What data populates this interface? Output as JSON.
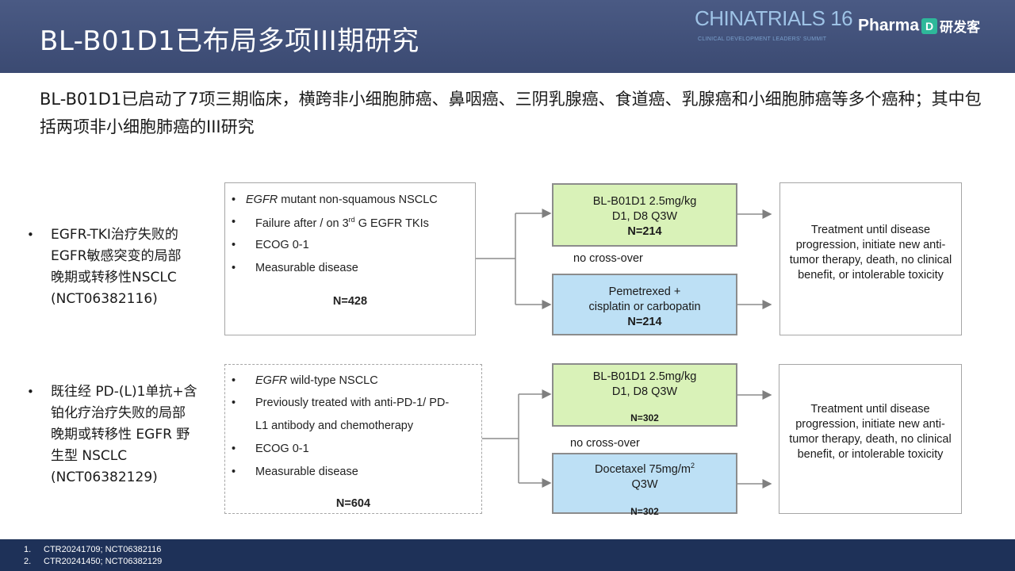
{
  "header": {
    "title": "BL-B01D1已布局多项III期研究",
    "logo_chinatrials": "CHINATRIALS 16",
    "logo_chinatrials_sub": "CLINICAL DEVELOPMENT LEADERS' SUMMIT",
    "logo_pharma": "Pharma",
    "logo_pharma_mark": "D",
    "logo_pharma_cn": "研发客"
  },
  "intro": "BL-B01D1已启动了7项三期临床，横跨非小细胞肺癌、鼻咽癌、三阴乳腺癌、食道癌、乳腺癌和小细胞肺癌等多个癌种；其中包括两项非小细胞肺癌的III研究",
  "trial1": {
    "bullet": "•",
    "side_lines": [
      "EGFR-TKI治疗失败的",
      "EGFR敏感突变的局部",
      "晚期或转移性NSCLC",
      " (NCT06382116)"
    ],
    "criteria": [
      {
        "em": "EGFR",
        "rest": " mutant non-squamous NSCLC"
      },
      {
        "pre": "Failure after / on 3",
        "sup": "rd",
        "post": " G EGFR TKIs"
      },
      {
        "text": "ECOG 0-1"
      },
      {
        "text": "Measurable disease"
      }
    ],
    "criteria_n": "N=428",
    "arm_a": {
      "line1": "BL-B01D1 2.5mg/kg",
      "line2": "D1, D8 Q3W",
      "n": "N=214"
    },
    "arm_b": {
      "line1": "Pemetrexed +",
      "line2": "cisplatin or carbopatin",
      "n": "N=214"
    },
    "no_cross": "no cross-over",
    "outcome": "Treatment until disease progression, initiate new anti-tumor therapy, death, no clinical benefit, or intolerable toxicity"
  },
  "trial2": {
    "bullet": "•",
    "side_lines": [
      "既往经 PD-(L)1单抗+含",
      "铂化疗治疗失败的局部",
      "晚期或转移性 EGFR 野",
      "生型 NSCLC",
      "(NCT06382129)"
    ],
    "criteria": [
      {
        "em": "EGFR",
        "rest": " wild-type NSCLC"
      },
      {
        "text": "Previously treated with anti-PD-1/ PD-"
      },
      {
        "text": "L1 antibody and chemotherapy",
        "nobullet": true
      },
      {
        "text": "ECOG 0-1"
      },
      {
        "text": "Measurable disease"
      }
    ],
    "criteria_n": "N=604",
    "arm_a": {
      "line1": "BL-B01D1 2.5mg/kg",
      "line2": "D1, D8 Q3W",
      "n": "N=302"
    },
    "arm_b": {
      "line1_pre": "Docetaxel 75mg/m",
      "line1_sup": "2",
      "line2": "Q3W",
      "n": "N=302"
    },
    "no_cross": "no cross-over",
    "outcome": "Treatment until disease progression, initiate new anti-tumor therapy, death, no clinical benefit, or intolerable toxicity"
  },
  "footnotes": [
    {
      "num": "1.",
      "text": "CTR20241709; NCT06382116"
    },
    {
      "num": "2.",
      "text": "CTR20241450; NCT06382129"
    }
  ],
  "colors": {
    "header_bg": "#3b4a72",
    "footer_bg": "#1e3158",
    "arm_green": "#d9f2b8",
    "arm_blue": "#bde0f5"
  }
}
